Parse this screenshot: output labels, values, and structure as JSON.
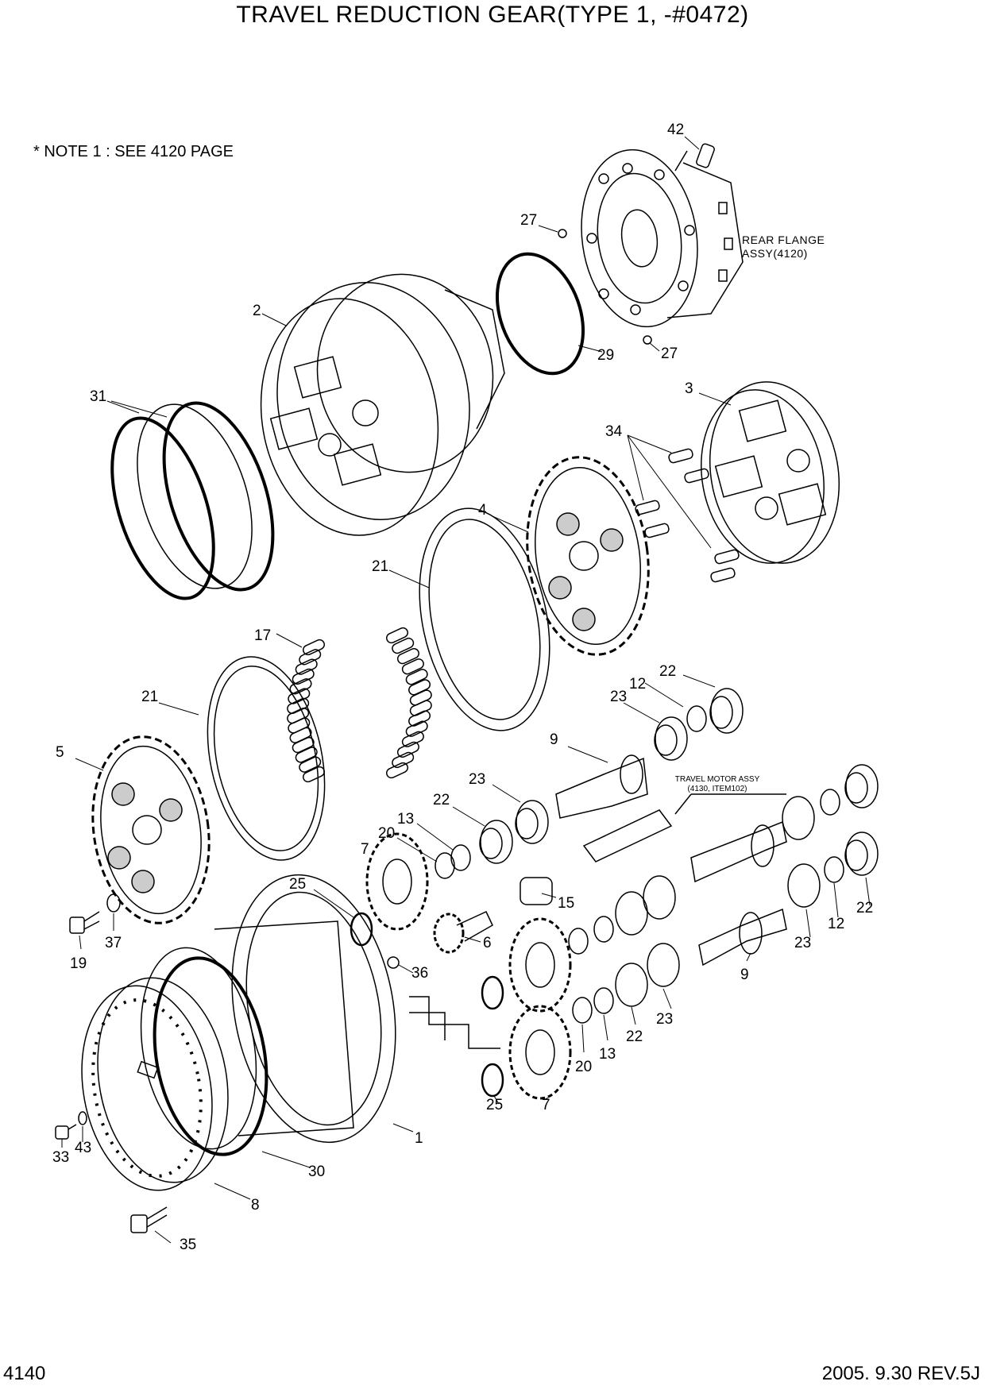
{
  "header": {
    "title": "TRAVEL REDUCTION GEAR(TYPE 1, -#0472)"
  },
  "note": "* NOTE 1 :  SEE 4120 PAGE",
  "annotations": {
    "rear_flange_line1": "REAR FLANGE",
    "rear_flange_line2": "ASSY(4120)",
    "travel_motor_line1": "TRAVEL MOTOR ASSY",
    "travel_motor_line2": "(4130, ITEM102)"
  },
  "callouts": {
    "c42": "42",
    "c27a": "27",
    "c27b": "27",
    "c29": "29",
    "c2": "2",
    "c31": "31",
    "c3": "3",
    "c34": "34",
    "c4": "4",
    "c21a": "21",
    "c17": "17",
    "c22a": "22",
    "c12a": "12",
    "c23a": "23",
    "c21b": "21",
    "c5": "5",
    "c9a": "9",
    "c23b": "23",
    "c22b": "22",
    "c13a": "13",
    "c20a": "20",
    "c7a": "7",
    "c25a": "25",
    "c15": "15",
    "c6": "6",
    "c19": "19",
    "c37": "37",
    "c36": "36",
    "c22c": "22",
    "c12b": "12",
    "c23c": "23",
    "c9b": "9",
    "c23d": "23",
    "c22d": "22",
    "c13b": "13",
    "c20b": "20",
    "c25b": "25",
    "c7b": "7",
    "c1": "1",
    "c30": "30",
    "c8": "8",
    "c33": "33",
    "c43": "43",
    "c35": "35"
  },
  "footer": {
    "page_number": "4140",
    "revision": "2005. 9.30  REV.5J"
  }
}
